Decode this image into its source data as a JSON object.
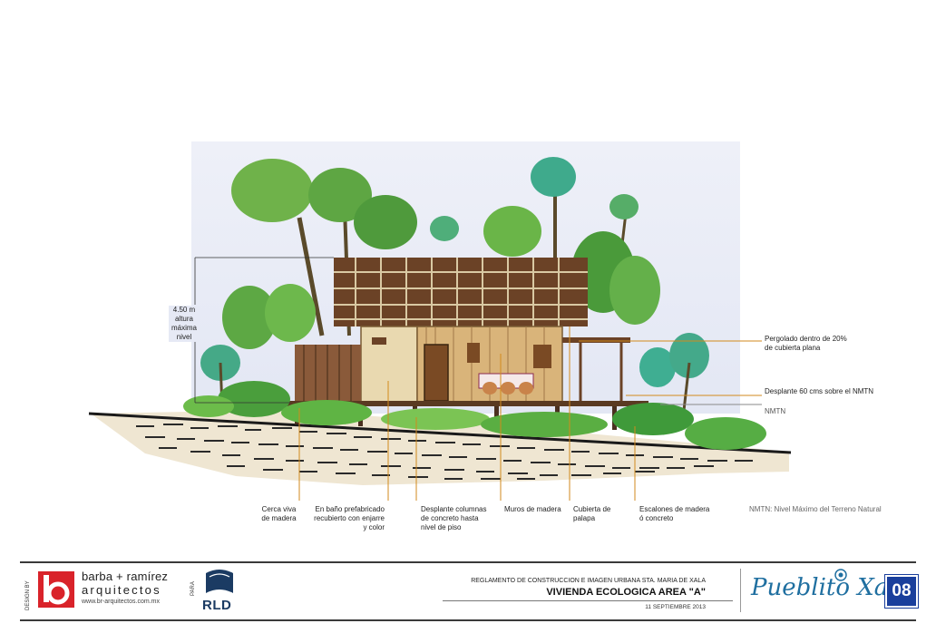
{
  "drawing": {
    "height_annotation": [
      "4.50 m",
      "altura",
      "máxima",
      "nivel"
    ],
    "right_notes": {
      "pergolado": [
        "Pergolado dentro de 20%",
        "de cubierta plana"
      ],
      "desplante": "Desplante 60 cms sobre el NMTN",
      "nmtn": "NMTN"
    },
    "bottom_notes": {
      "cerca": [
        "Cerca viva",
        "de madera"
      ],
      "bano": [
        "En baño prefabricado",
        "recubierto con enjarre",
        "y color"
      ],
      "columnas": [
        "Desplante columnas",
        "de concreto hasta",
        "nivel de piso"
      ],
      "muros": "Muros de madera",
      "cubierta": [
        "Cubierta de",
        "palapa"
      ],
      "escalones": [
        "Escalones de madera",
        "ó concreto"
      ]
    },
    "legend": "NMTN: Nivel Máximo del Terreno Natural"
  },
  "title_block": {
    "design_by_label": "DESIGN BY",
    "para_label": "PARA",
    "brand_name": "barba + ramírez",
    "brand_sub": "arquitectos",
    "brand_url": "www.br-arquitectos.com.mx",
    "client": "RLD",
    "regulation": "REGLAMENTO DE CONSTRUCCION E IMAGEN URBANA STA. MARIA DE XALA",
    "doc_title": "VIVIENDA ECOLOGICA AREA \"A\"",
    "date": "11 SEPTIEMBRE 2013",
    "project_logo": "Pueblito Xala",
    "sheet_number": "08"
  },
  "colors": {
    "accent_blue": "#1a3f9c",
    "logo_red": "#d9232a",
    "rld_navy": "#1b3b63",
    "leader_orange": "#d28a1c"
  }
}
